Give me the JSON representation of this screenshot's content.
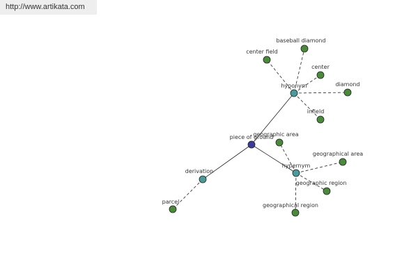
{
  "site": {
    "url": "http://www.artikata.com"
  },
  "colors": {
    "root": "#3b3b9a",
    "relation": "#4a9a9a",
    "leaf": "#4a8a3a",
    "edge": "#222222"
  },
  "graph": {
    "nodes": [
      {
        "id": "root",
        "label": "piece of ground",
        "kind": "root"
      },
      {
        "id": "hyponym",
        "label": "hyponym",
        "kind": "relation"
      },
      {
        "id": "hypernym",
        "label": "hypernym",
        "kind": "relation"
      },
      {
        "id": "derivation",
        "label": "derivation",
        "kind": "relation"
      },
      {
        "id": "baseball-diamond",
        "label": "baseball diamond",
        "kind": "leaf"
      },
      {
        "id": "center-field",
        "label": "center field",
        "kind": "leaf"
      },
      {
        "id": "center",
        "label": "center",
        "kind": "leaf"
      },
      {
        "id": "diamond",
        "label": "diamond",
        "kind": "leaf"
      },
      {
        "id": "infield",
        "label": "infield",
        "kind": "leaf"
      },
      {
        "id": "geographic-area",
        "label": "geographic area",
        "kind": "leaf"
      },
      {
        "id": "geographical-area",
        "label": "geographical area",
        "kind": "leaf"
      },
      {
        "id": "geographic-region",
        "label": "geographic region",
        "kind": "leaf"
      },
      {
        "id": "geographical-region",
        "label": "geographical region",
        "kind": "leaf"
      },
      {
        "id": "parcel",
        "label": "parcel",
        "kind": "leaf"
      }
    ],
    "edges": [
      {
        "from": "root",
        "to": "hyponym",
        "style": "solid"
      },
      {
        "from": "root",
        "to": "hypernym",
        "style": "solid"
      },
      {
        "from": "root",
        "to": "derivation",
        "style": "solid"
      },
      {
        "from": "hyponym",
        "to": "baseball-diamond",
        "style": "dashed"
      },
      {
        "from": "hyponym",
        "to": "center-field",
        "style": "dashed"
      },
      {
        "from": "hyponym",
        "to": "center",
        "style": "dashed"
      },
      {
        "from": "hyponym",
        "to": "diamond",
        "style": "dashed"
      },
      {
        "from": "hyponym",
        "to": "infield",
        "style": "dashed"
      },
      {
        "from": "hypernym",
        "to": "geographic-area",
        "style": "dashed"
      },
      {
        "from": "hypernym",
        "to": "geographical-area",
        "style": "dashed"
      },
      {
        "from": "hypernym",
        "to": "geographic-region",
        "style": "dashed"
      },
      {
        "from": "hypernym",
        "to": "geographical-region",
        "style": "dashed"
      },
      {
        "from": "derivation",
        "to": "parcel",
        "style": "dashed"
      }
    ]
  }
}
